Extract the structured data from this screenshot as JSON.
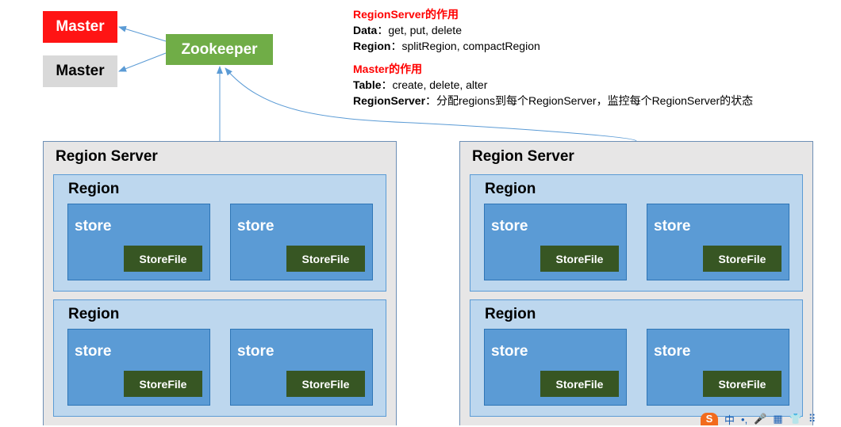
{
  "masters": [
    "Master",
    "Master"
  ],
  "zookeeper": "Zookeeper",
  "notes": {
    "rs_heading": "RegionServer的作用",
    "rs_data_key": "Data",
    "rs_data_val": "get, put, delete",
    "rs_region_key": "Region",
    "rs_region_val": "splitRegion, compactRegion",
    "m_heading": "Master的作用",
    "m_table_key": "Table",
    "m_table_val": "create, delete, alter",
    "m_rs_key": "RegionServer",
    "m_rs_val": "分配regions到每个RegionServer，监控每个RegionServer的状态",
    "sep": "："
  },
  "region_server_label": "Region Server",
  "region_label": "Region",
  "store_label": "store",
  "storefile_label": "StoreFile",
  "ime": {
    "logo": "S",
    "lang": "中",
    "items": [
      "•,",
      "🎤",
      "▦",
      "👕",
      "⠿"
    ]
  },
  "colors": {
    "master_active": "#ff1414",
    "master_standby": "#d9d9d9",
    "zookeeper": "#70ad47",
    "store": "#5b9bd5",
    "storefile": "#375623",
    "region": "#bdd7ee"
  }
}
